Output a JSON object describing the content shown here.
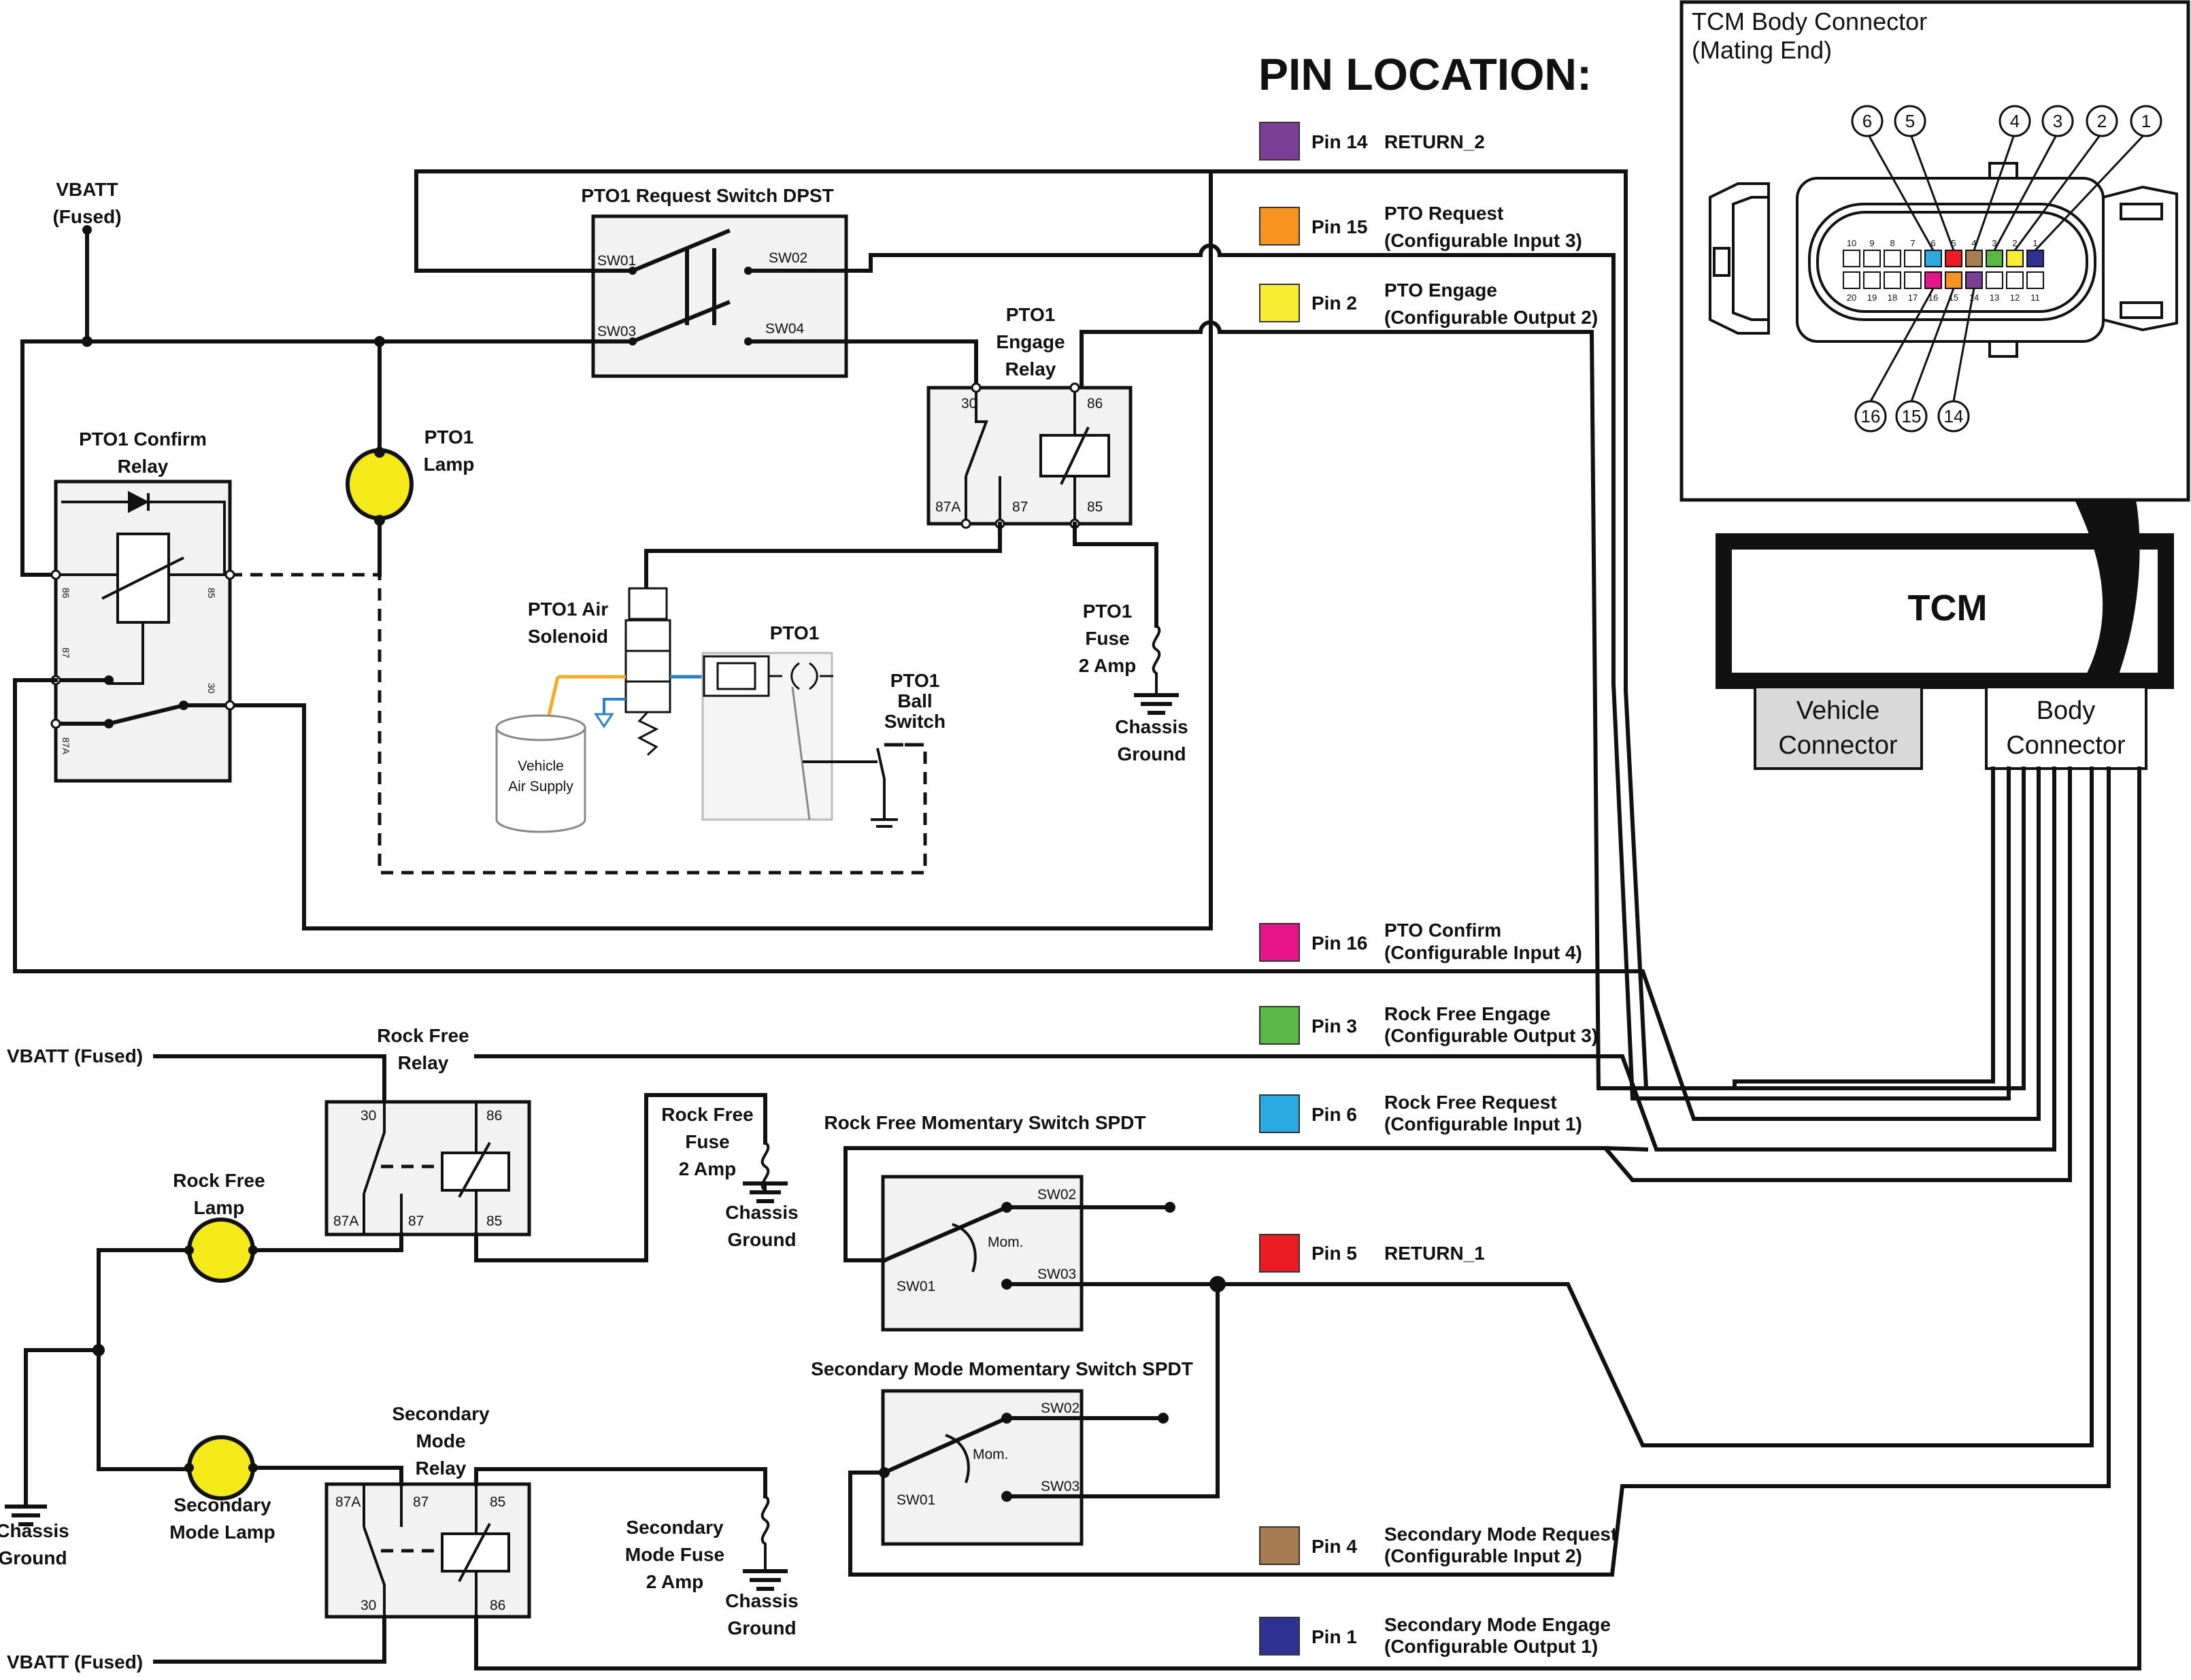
{
  "pin_location": {
    "title": "PIN LOCATION:",
    "pins": [
      {
        "pin": "Pin 14",
        "line1": "RETURN_2",
        "line2": "",
        "color": "#7b3f98"
      },
      {
        "pin": "Pin 15",
        "line1": "PTO Request",
        "line2": "(Configurable Input 3)",
        "color": "#f7931e"
      },
      {
        "pin": "Pin 2",
        "line1": "PTO Engage",
        "line2": "(Configurable Output 2)",
        "color": "#f9ed32"
      },
      {
        "pin": "Pin 16",
        "line1": "PTO Confirm",
        "line2": "(Configurable Input 4)",
        "color": "#e6168a"
      },
      {
        "pin": "Pin 3",
        "line1": "Rock Free Engage",
        "line2": "(Configurable Output 3)",
        "color": "#5cb845"
      },
      {
        "pin": "Pin 6",
        "line1": "Rock Free Request",
        "line2": "(Configurable Input 1)",
        "color": "#29abe2"
      },
      {
        "pin": "Pin 5",
        "line1": "RETURN_1",
        "line2": "",
        "color": "#ed1c24"
      },
      {
        "pin": "Pin 4",
        "line1": "Secondary Mode Request",
        "line2": "(Configurable Input 2)",
        "color": "#a67c52"
      },
      {
        "pin": "Pin 1",
        "line1": "Secondary Mode Engage",
        "line2": "(Configurable Output 1)",
        "color": "#2e3192"
      }
    ]
  },
  "tcm_connector": {
    "title1": "TCM Body Connector",
    "title2": "(Mating End)",
    "top_callouts": [
      "6",
      "5",
      "4",
      "3",
      "2",
      "1"
    ],
    "bottom_callouts": [
      "16",
      "15",
      "14"
    ],
    "top_row": [
      "10",
      "9",
      "8",
      "7",
      "6",
      "5",
      "4",
      "3",
      "2",
      "1"
    ],
    "bottom_row": [
      "20",
      "19",
      "18",
      "17",
      "16",
      "15",
      "14",
      "13",
      "12",
      "11"
    ]
  },
  "tcm": {
    "label": "TCM",
    "vehicle_connector": [
      "Vehicle",
      "Connector"
    ],
    "body_connector": [
      "Body",
      "Connector"
    ]
  },
  "pto": {
    "vbatt": [
      "VBATT",
      "(Fused)"
    ],
    "request_switch": "PTO1 Request Switch DPST",
    "sw01": "SW01",
    "sw02": "SW02",
    "sw03": "SW03",
    "sw04": "SW04",
    "engage_relay": [
      "PTO1",
      "Engage",
      "Relay"
    ],
    "confirm_relay": [
      "PTO1 Confirm",
      "Relay"
    ],
    "lamp": [
      "PTO1",
      "Lamp"
    ],
    "air_solenoid": [
      "PTO1 Air",
      "Solenoid"
    ],
    "pto": "PTO1",
    "ball_switch": [
      "PTO1",
      "Ball",
      "Switch"
    ],
    "vehicle_air": [
      "Vehicle",
      "Air Supply"
    ],
    "fuse": [
      "PTO1",
      "Fuse",
      "2 Amp"
    ],
    "ground": [
      "Chassis",
      "Ground"
    ]
  },
  "relay_pins": {
    "p30": "30",
    "p86": "86",
    "p87a": "87A",
    "p87": "87",
    "p85": "85"
  },
  "rock_free": {
    "vbatt": "VBATT (Fused)",
    "relay": [
      "Rock Free",
      "Relay"
    ],
    "fuse": [
      "Rock Free",
      "Fuse",
      "2 Amp"
    ],
    "ground": [
      "Chassis",
      "Ground"
    ],
    "switch": "Rock Free Momentary Switch SPDT",
    "lamp": [
      "Rock Free",
      "Lamp"
    ],
    "mom": "Mom.",
    "sw01": "SW01",
    "sw02": "SW02",
    "sw03": "SW03"
  },
  "secondary": {
    "switch": "Secondary Mode Momentary Switch SPDT",
    "relay": [
      "Secondary",
      "Mode",
      "Relay"
    ],
    "lamp": [
      "Secondary",
      "Mode Lamp"
    ],
    "fuse": [
      "Secondary",
      "Mode Fuse",
      "2 Amp"
    ],
    "ground": [
      "Chassis",
      "Ground"
    ],
    "left_ground": [
      "Chassis",
      "Ground"
    ],
    "vbatt": "VBATT (Fused)",
    "mom": "Mom.",
    "sw01": "SW01",
    "sw02": "SW02",
    "sw03": "SW03"
  }
}
